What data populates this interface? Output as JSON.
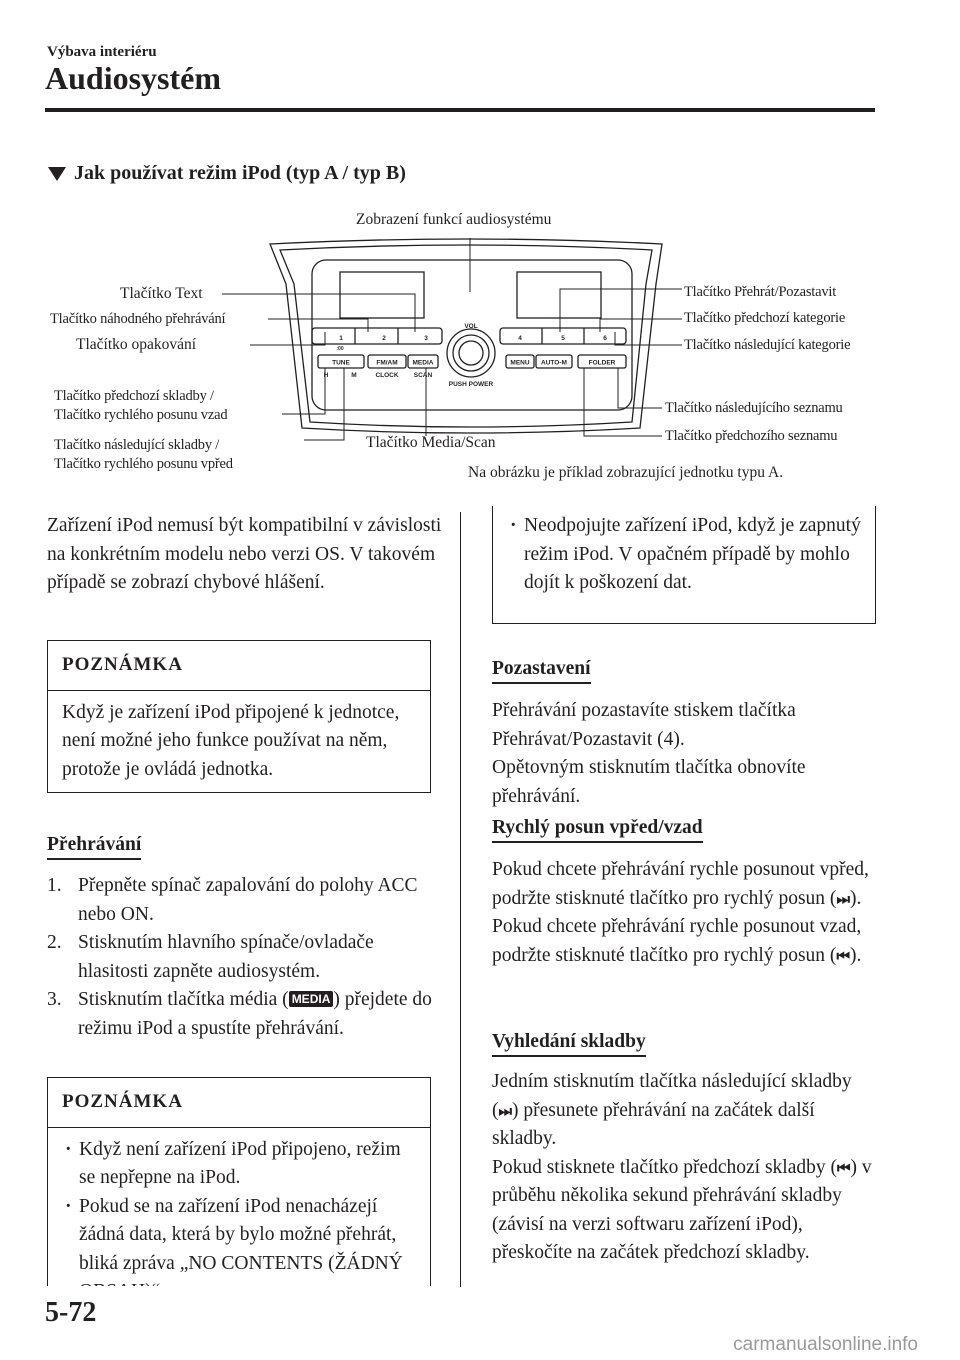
{
  "header": {
    "chapter": "Výbava interiéru",
    "title": "Audiosystém"
  },
  "section": {
    "title": "Jak používat režim iPod (typ A / typ B)"
  },
  "figure": {
    "labels": {
      "display": "Zobrazení funkcí audiosystému",
      "text_btn": "Tlačítko Text",
      "random_btn": "Tlačítko náhodného přehrávání",
      "repeat_btn": "Tlačítko opakování",
      "prev_track_1": "Tlačítko předchozí skladby /",
      "prev_track_2": "Tlačítko rychlého posunu vzad",
      "next_track_1": "Tlačítko následující skladby /",
      "next_track_2": "Tlačítko rychlého posunu vpřed",
      "media_scan": "Tlačítko Media/Scan",
      "play_pause": "Tlačítko Přehrát/Pozastavit",
      "prev_cat": "Tlačítko předchozí kategorie",
      "next_cat": "Tlačítko následující kategorie",
      "next_list": "Tlačítko následujícího seznamu",
      "prev_list": "Tlačítko předchozího seznamu",
      "caption": "Na obrázku je příklad zobrazující jednotku typu A."
    },
    "unit": {
      "presets": [
        "1",
        "2",
        "3",
        "4",
        "5",
        "6"
      ],
      "vol": "VOL",
      "push_power": "PUSH POWER",
      "tune": "TUNE",
      "fm_am": "FM/AM",
      "media": "MEDIA",
      "menu": "MENU",
      "auto_m": "AUTO-M",
      "folder": "FOLDER",
      "h": "H",
      "m": "M",
      "clock": "CLOCK",
      "scan": "SCAN",
      "zero": ":00"
    }
  },
  "left": {
    "intro": "Zařízení iPod nemusí být kompatibilní v závislosti na konkrétním modelu nebo verzi OS. V takovém případě se zobrazí chybové hlášení.",
    "note1": {
      "head": "POZNÁMKA",
      "body": "Když je zařízení iPod připojené k jednotce, není možné jeho funkce používat na něm, protože je ovládá jednotka."
    },
    "playback": {
      "head": "Přehrávání",
      "steps": [
        {
          "n": "1.",
          "text": "Přepněte spínač zapalování do polohy ACC nebo ON."
        },
        {
          "n": "2.",
          "text": "Stisknutím hlavního spínače/ovladače hlasitosti zapněte audiosystém."
        }
      ],
      "step3": {
        "n": "3.",
        "pre": "Stisknutím tlačítka média (",
        "glyph": "MEDIA",
        "post": ") přejdete do režimu iPod a spustíte přehrávání."
      }
    },
    "note2": {
      "head": "POZNÁMKA",
      "items": [
        "Když není zařízení iPod připojeno, režim se nepřepne na iPod.",
        "Pokud se na zařízení iPod nenacházejí žádná data, která by bylo možné přehrát, bliká zpráva „NO CONTENTS (ŽÁDNÝ OBSAH)“."
      ]
    }
  },
  "right": {
    "note_cont": "Neodpojujte zařízení iPod, když je zapnutý režim iPod. V opačném případě by mohlo dojít k poškození dat.",
    "pause": {
      "head": "Pozastavení",
      "p1": "Přehrávání pozastavíte stiskem tlačítka Přehrávat/Pozastavit (4).",
      "p2": "Opětovným stisknutím tlačítka obnovíte přehrávání."
    },
    "ff": {
      "head": "Rychlý posun vpřed/vzad",
      "p1_pre": "Pokud chcete přehrávání rychle posunout vpřed, podržte stisknuté tlačítko pro rychlý posun (",
      "p1_post": ").",
      "p2_pre": "Pokud chcete přehrávání rychle posunout vzad, podržte stisknuté tlačítko pro rychlý posun (",
      "p2_post": ")."
    },
    "search": {
      "head": "Vyhledání skladby",
      "p1_pre": "Jedním stisknutím tlačítka následující skladby (",
      "p1_post": ") přesunete přehrávání na začátek další skladby.",
      "p2_pre": "Pokud stisknete tlačítko předchozí skladby (",
      "p2_post": ") v průběhu několika sekund přehrávání skladby (závisí na verzi softwaru zařízení iPod), přeskočíte na začátek předchozí skladby."
    },
    "glyph_next": "⏭",
    "glyph_prev": "⏮"
  },
  "footer": {
    "page": "5-72",
    "watermark": "carmanualsonline.info"
  }
}
